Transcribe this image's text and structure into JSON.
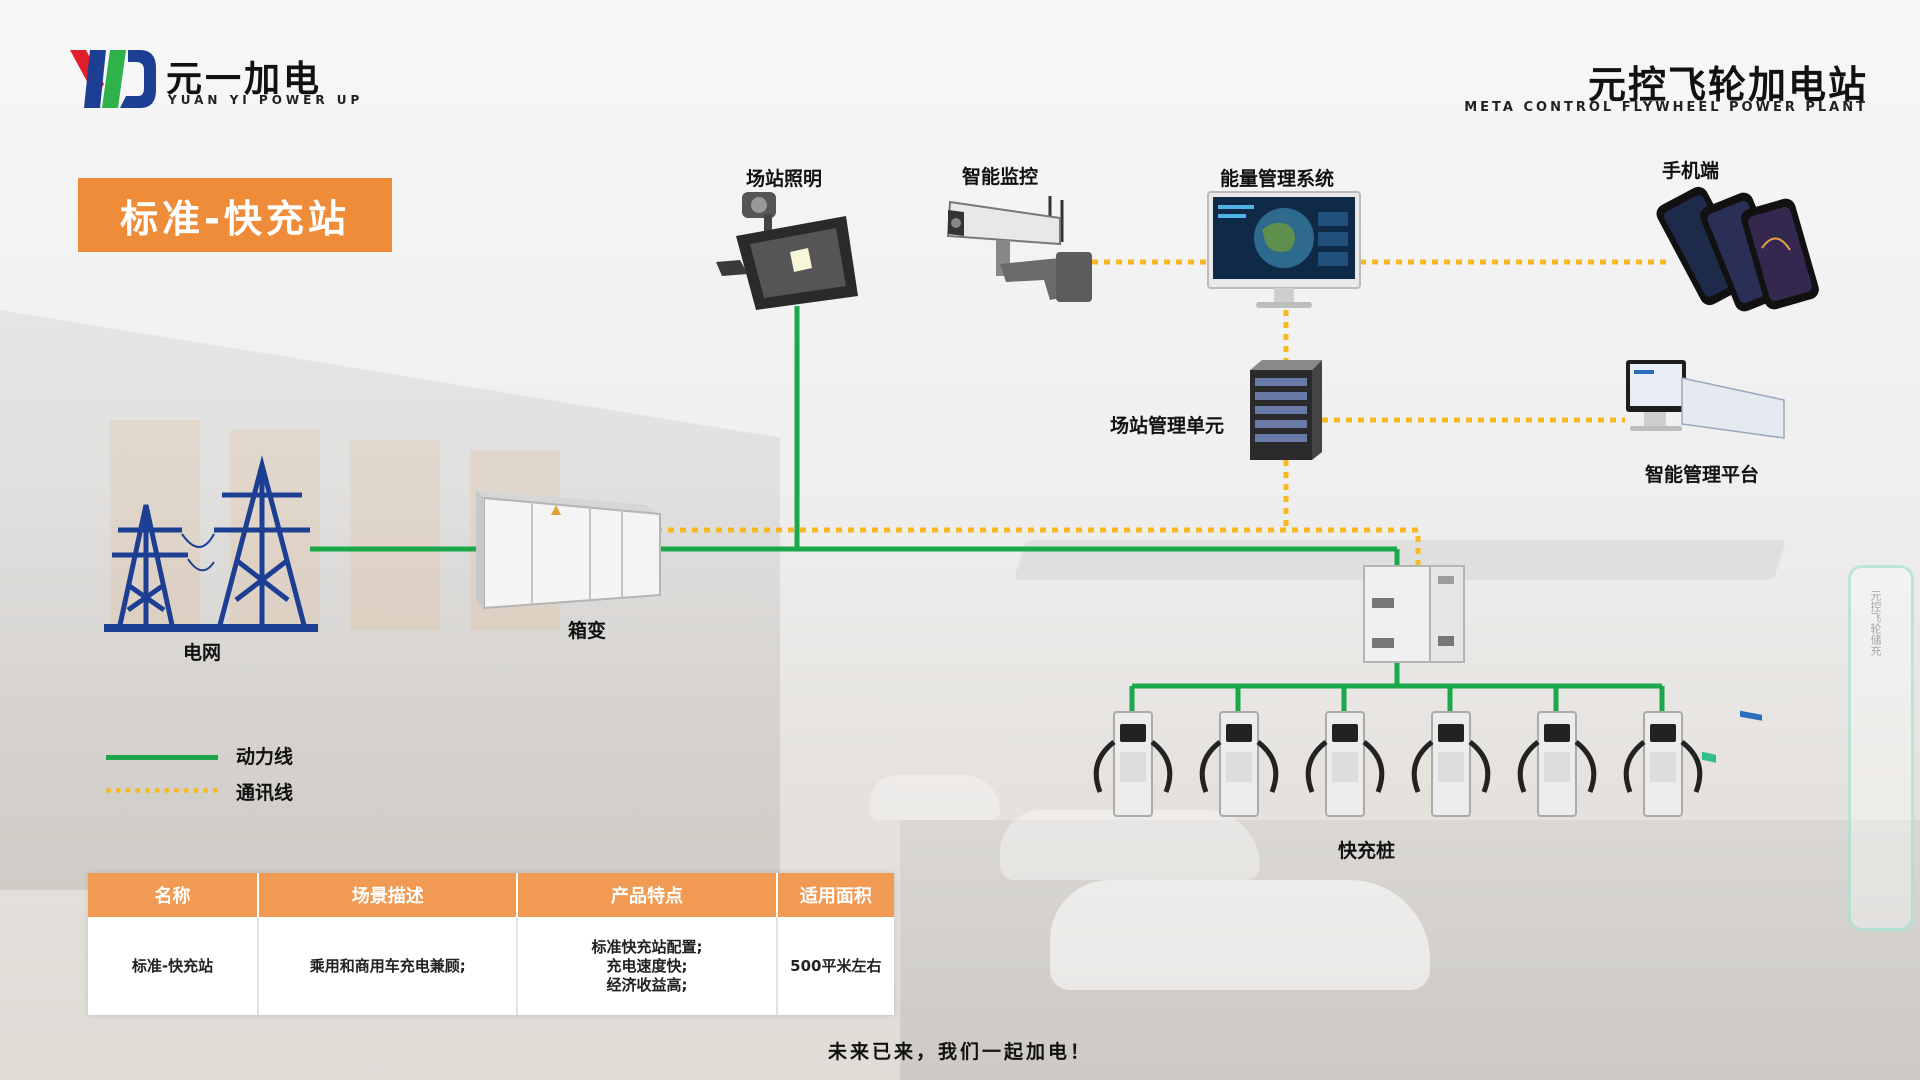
{
  "brand": {
    "name_cn": "元一加电",
    "name_en": "YUAN YI POWER UP",
    "logo_colors": {
      "blue": "#1c3f94",
      "green": "#2eb34b",
      "red": "#e21e2b"
    }
  },
  "page": {
    "title": "元控飞轮加电站",
    "subtitle": "META CONTROL FLYWHEEL POWER PLANT"
  },
  "station_type": "标准-快充站",
  "nodes": {
    "grid": "电网",
    "transformer": "箱变",
    "lighting": "场站照明",
    "monitoring": "智能监控",
    "ems": "能量管理系统",
    "mobile": "手机端",
    "management_unit": "场站管理单元",
    "platform": "智能管理平台",
    "chargers": "快充桩"
  },
  "legend": {
    "power_line": "动力线",
    "comm_line": "通讯线"
  },
  "colors": {
    "power_line": "#1aa84a",
    "comm_line": "#f6b920",
    "badge": "#ef8c3a",
    "table_header": "#f09a54"
  },
  "table": {
    "headers": [
      "名称",
      "场景描述",
      "产品特点",
      "适用面积"
    ],
    "row": {
      "name": "标准-快充站",
      "scenario": "乘用和商用车充电兼顾;",
      "features": [
        "标准快充站配置;",
        "充电速度快;",
        "经济收益高;"
      ],
      "area": "500平米左右"
    }
  },
  "background_panel_text": "元控飞轮储充",
  "slogan": "未来已来，我们一起加电！"
}
